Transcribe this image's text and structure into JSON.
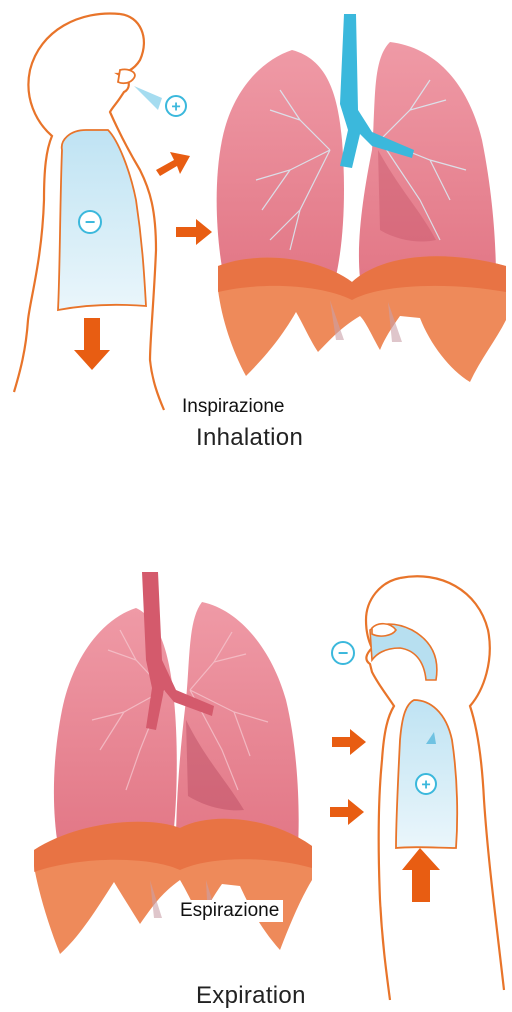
{
  "inhalation": {
    "label_it": "Inspirazione",
    "label_en": "Inhalation",
    "mouth_sign": "+",
    "chest_sign": "−"
  },
  "expiration": {
    "label_it": "Espirazione",
    "label_en": "Expiration",
    "mouth_sign": "−",
    "chest_sign": "+"
  },
  "colors": {
    "outline": "#e8742a",
    "arrow": "#e85d12",
    "lung": "#ea8c98",
    "diaphragm": "#ee8a5a",
    "airway_in": "#3bb8dc",
    "airway_out": "#d45a6c",
    "air": "#cdeaf6"
  }
}
